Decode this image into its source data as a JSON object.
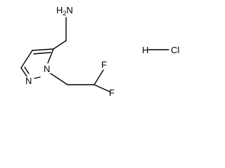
{
  "structure": {
    "bond_color": "#000000",
    "atoms": {
      "amine": {
        "text": "H",
        "sub": "2",
        "suffix": "N"
      },
      "ring_n_top": "N",
      "ring_n_bottom": "N",
      "f_top": "F",
      "f_bottom": "F",
      "hcl_h": "H",
      "hcl_cl": "Cl"
    }
  }
}
